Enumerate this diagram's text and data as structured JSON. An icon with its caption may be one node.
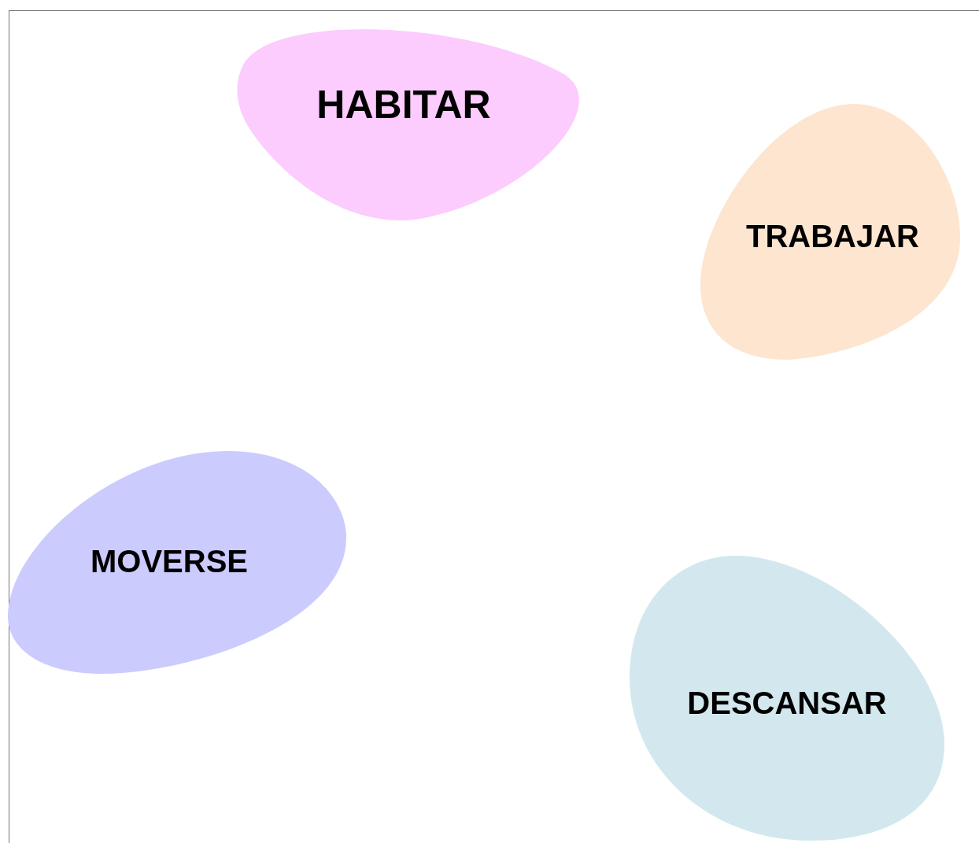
{
  "diagram": {
    "nodes": [
      {
        "text": [
          "HABITAR"
        ]
      },
      {
        "text": [
          "TRABAJAR"
        ]
      },
      {
        "text": [
          "MOVERSE"
        ]
      },
      {
        "text": [
          "DESCANSAR"
        ]
      }
    ]
  }
}
